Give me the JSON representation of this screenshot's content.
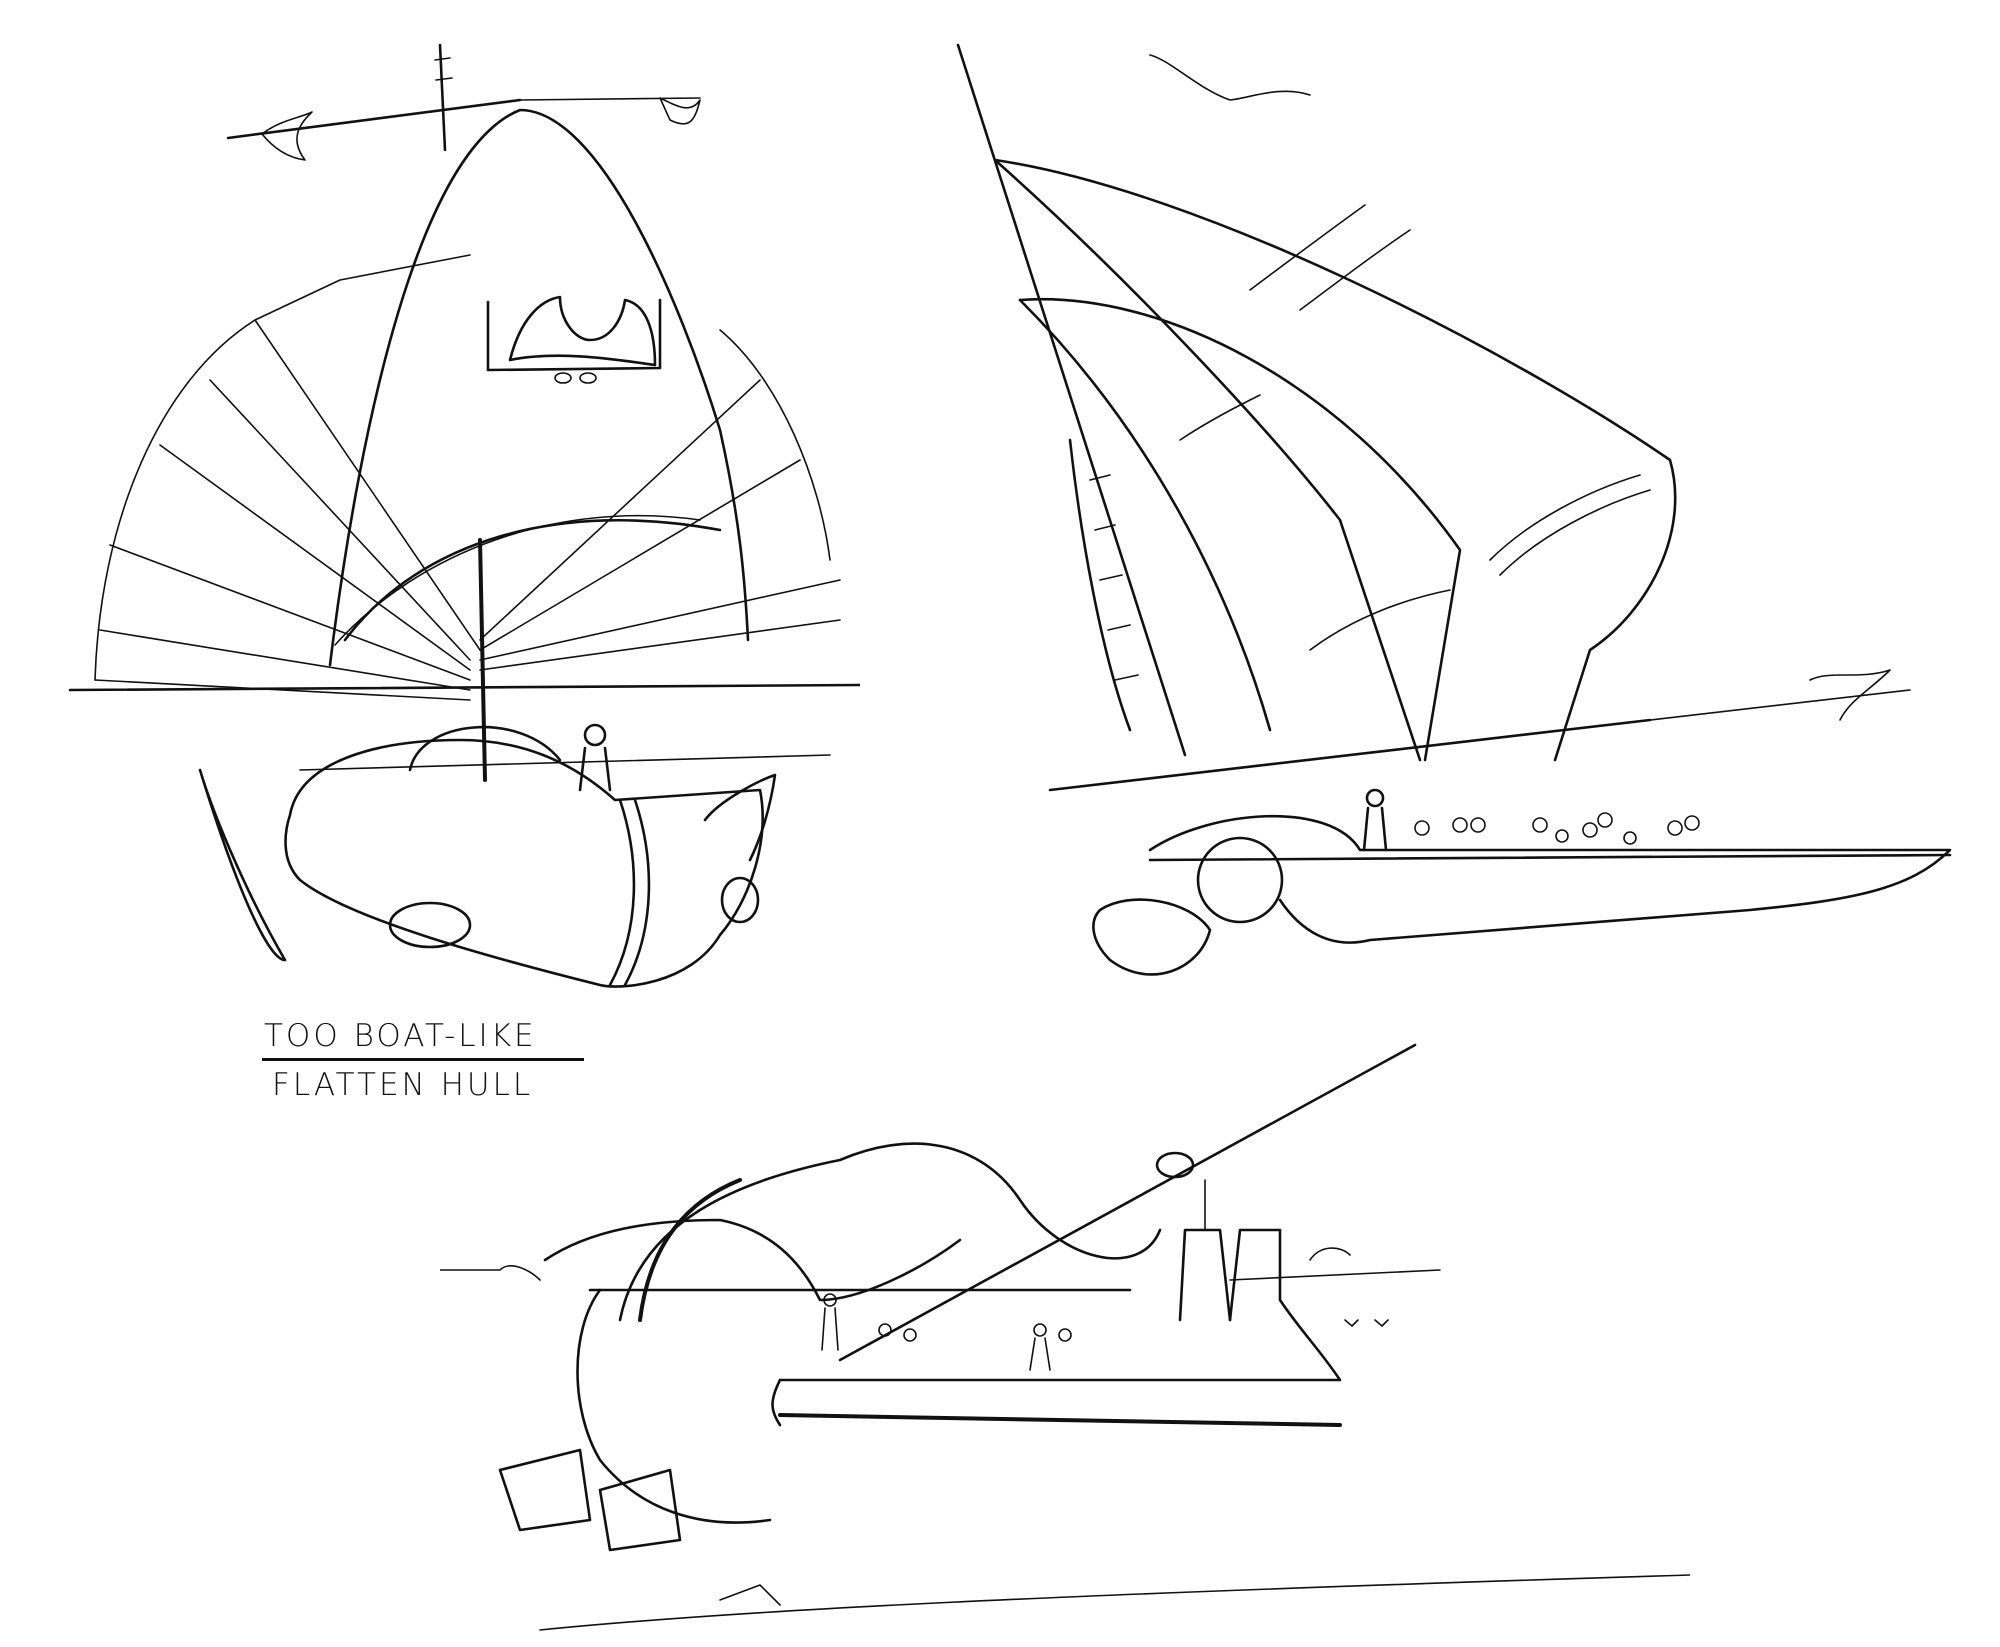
{
  "page": {
    "background": "#ffffff",
    "ink_color": "#111111"
  },
  "sketches": [
    {
      "id": "front-view",
      "label": "Sail barge front three-quarter view with fan sails, emblem on main sail, passengers in open hull"
    },
    {
      "id": "side-view",
      "label": "Sail barge side view with two large curved sails, flags, long flat hull with seated passengers"
    },
    {
      "id": "perspective-view",
      "label": "Sail barge perspective view with canopy sail, long boom, passengers on deck, clouds and horizon"
    }
  ],
  "annotation": {
    "line1": "TOO BOAT-LIKE",
    "line2": "FLATTEN HULL"
  }
}
